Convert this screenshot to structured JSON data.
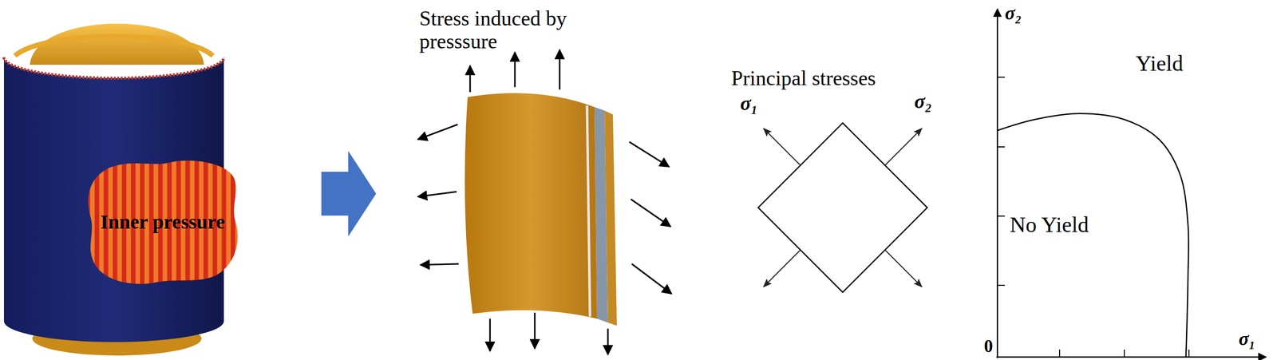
{
  "diagram": {
    "nodes": [
      {
        "text": [
          "Inner pressure"
        ]
      }
    ],
    "labels": [
      "Stress induced by presssure",
      "Principal stresses",
      "σ₁",
      "σ₂",
      "σ₂",
      "σ₁",
      "0",
      "Yield",
      "No Yield"
    ]
  }
}
